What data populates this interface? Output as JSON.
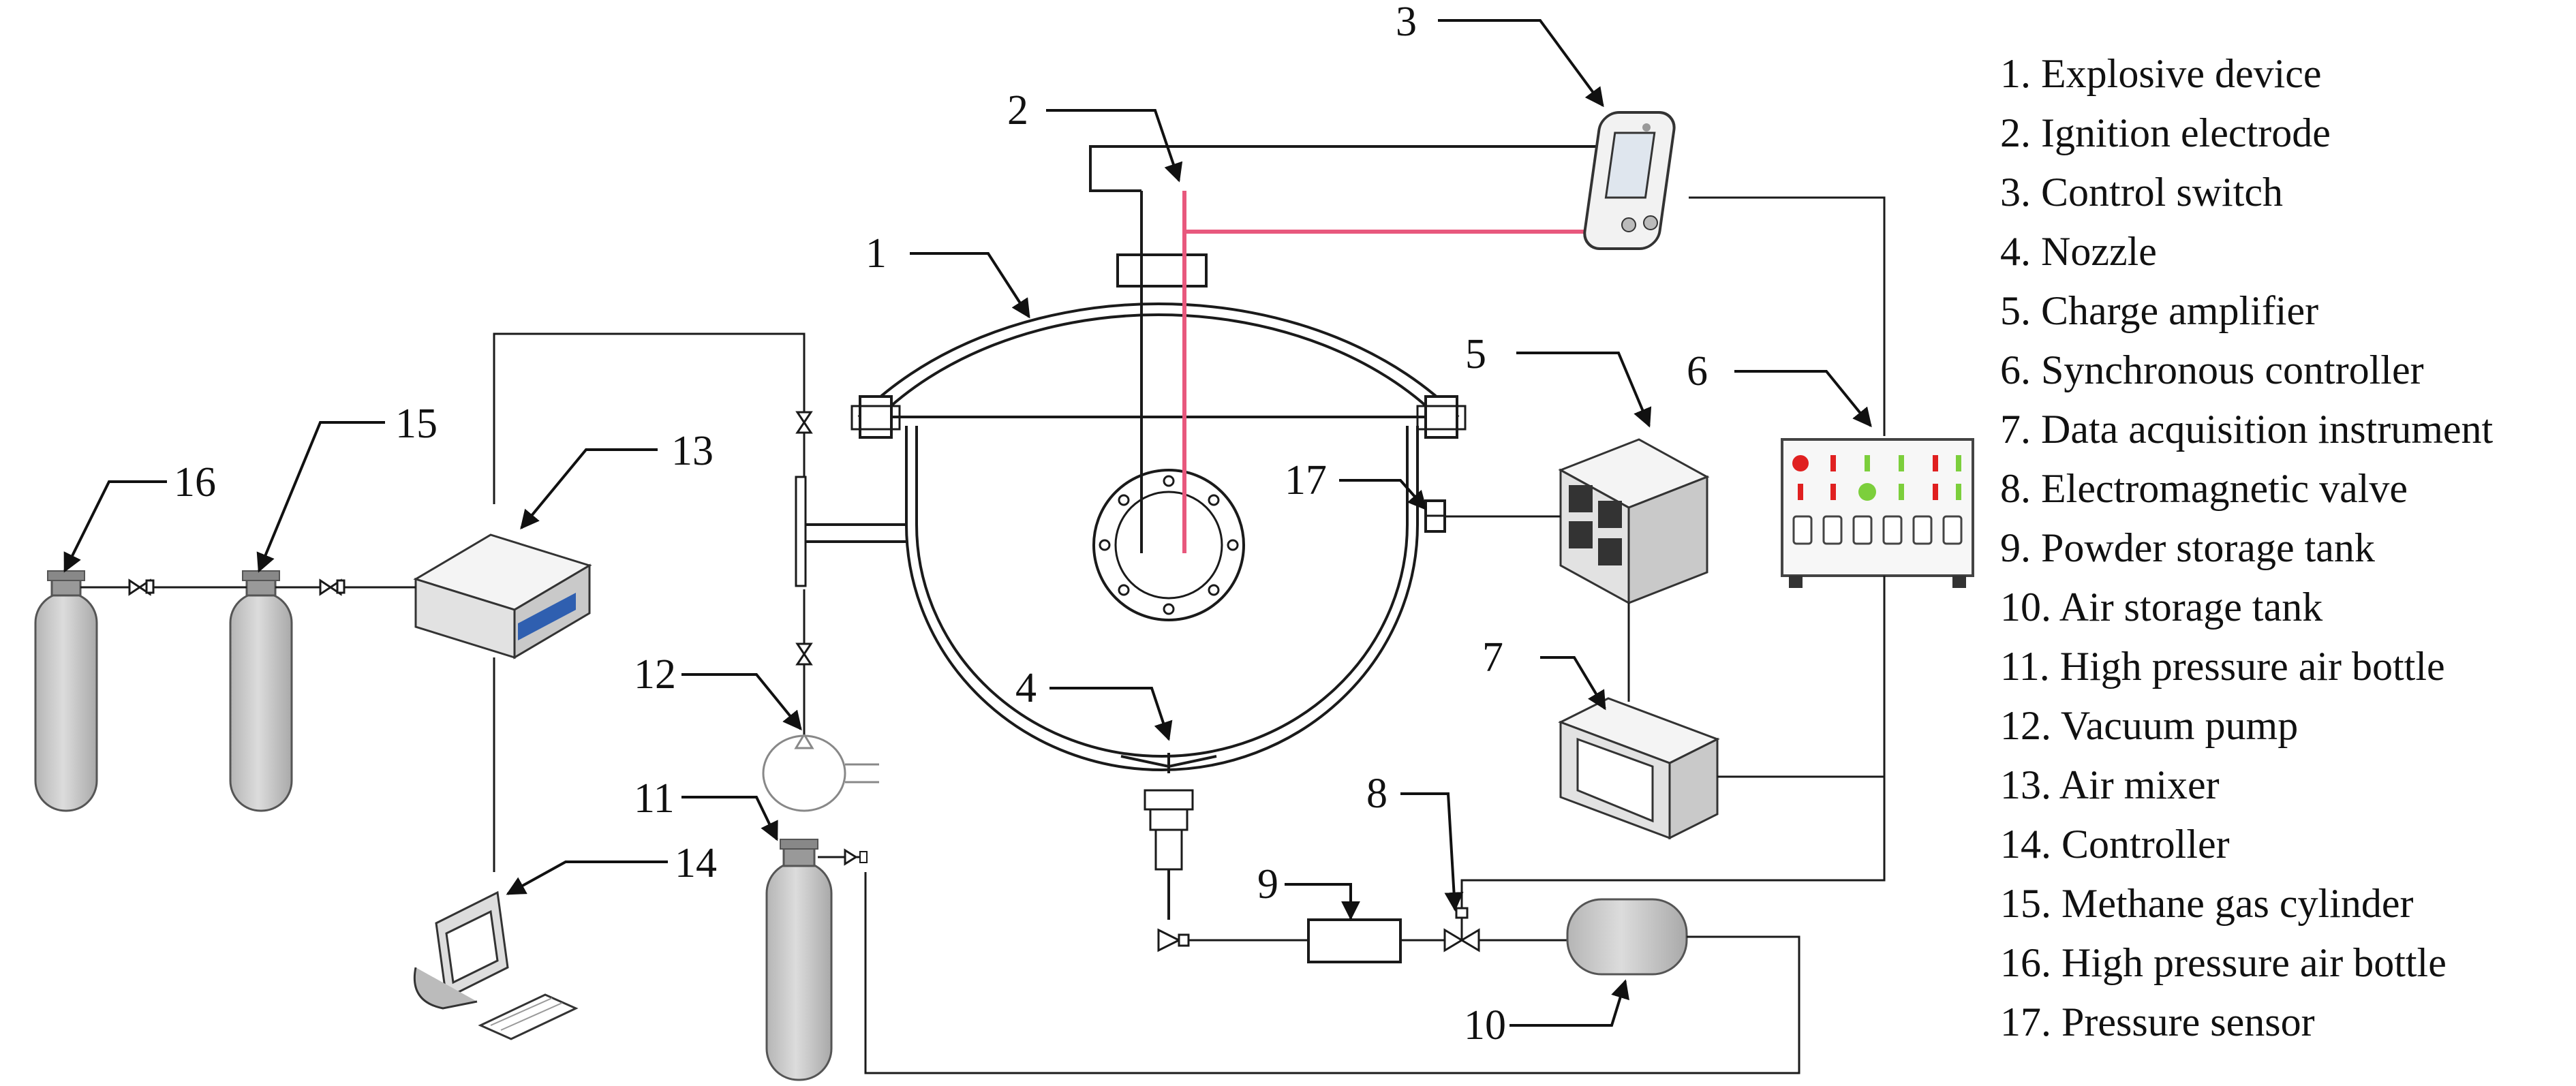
{
  "callouts": {
    "c1": "1",
    "c2": "2",
    "c3": "3",
    "c4": "4",
    "c5": "5",
    "c6": "6",
    "c7": "7",
    "c8": "8",
    "c9": "9",
    "c10": "10",
    "c11": "11",
    "c12": "12",
    "c13": "13",
    "c14": "14",
    "c15": "15",
    "c16": "16",
    "c17": "17"
  },
  "legend": [
    "1. Explosive device",
    "2. Ignition electrode",
    "3. Control switch",
    "4. Nozzle",
    "5. Charge amplifier",
    "6. Synchronous controller",
    "7. Data acquisition instrument",
    "8. Electromagnetic valve",
    "9. Powder storage tank",
    "10. Air storage tank",
    "11. High pressure air bottle",
    "12. Vacuum pump",
    "13. Air mixer",
    "14. Controller",
    "15. Methane gas cylinder",
    "16. High pressure air bottle",
    "17. Pressure sensor"
  ],
  "colors": {
    "ignition_wire": "#e8587d",
    "cylinder": "#c8c8c8",
    "indicator_red": "#e02020",
    "indicator_green": "#7ccf3c",
    "display_blue": "#2f5fb0"
  }
}
